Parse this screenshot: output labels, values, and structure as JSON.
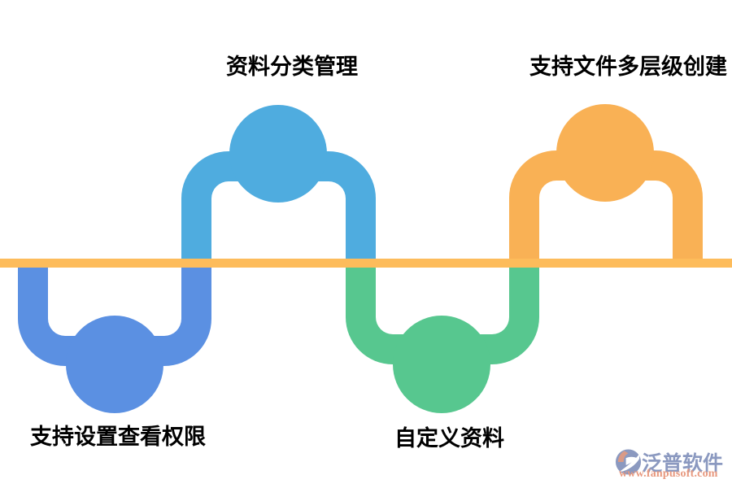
{
  "diagram": {
    "type": "wave-flow-infographic",
    "baseline_color": "#FDBC5B",
    "items": [
      {
        "label": "支持设置查看权限",
        "position": "bottom",
        "color": "#5B90E2"
      },
      {
        "label": "资料分类管理",
        "position": "top",
        "color": "#4FACDF"
      },
      {
        "label": "自定义资料",
        "position": "bottom",
        "color": "#57C78F"
      },
      {
        "label": "支持文件多层级创建",
        "position": "top",
        "color": "#F9B155"
      }
    ]
  },
  "watermark": {
    "brand": "泛普软件",
    "url": "www.fanpusoft.com",
    "brand_color": "#8B99C0",
    "url_color": "#E8997F",
    "icon": "fanpu-logo-icon"
  }
}
